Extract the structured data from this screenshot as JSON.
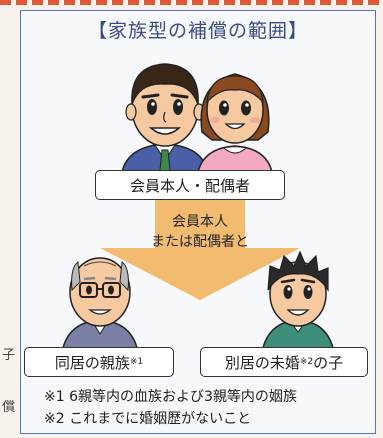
{
  "title": "【家族型の補償の範囲】",
  "box_top": "会員本人・配偶者",
  "center_line1": "会員本人",
  "center_line2": "または配偶者と",
  "box_left_text": "同居の親族",
  "box_left_sup": "※1",
  "box_right_text1": "別居の未婚",
  "box_right_sup": "※2",
  "box_right_text2": "の子",
  "note1": "※1 6親等内の血族および3親等内の姻族",
  "note2": "※2 これまでに婚姻歴がないこと",
  "margin_chars": [
    "子",
    "償"
  ],
  "colors": {
    "accent_blue": "#3a4c86",
    "arrow_orange": "#f3b45f",
    "dash_red": "#e05a3a"
  }
}
